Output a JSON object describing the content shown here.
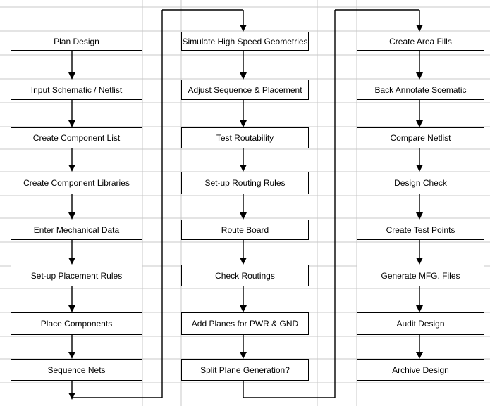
{
  "colors": {
    "grid_line": "#c8c8c8",
    "box_border": "#000000",
    "connector": "#000000",
    "background": "#ffffff"
  },
  "columns": [
    {
      "steps": [
        "Plan Design",
        "Input Schematic / Netlist",
        "Create Component List",
        "Create Component Libraries",
        "Enter Mechanical Data",
        "Set-up Placement Rules",
        "Place Components",
        "Sequence Nets"
      ]
    },
    {
      "steps": [
        "Simulate High Speed Geometries",
        "Adjust Sequence & Placement",
        "Test Routability",
        "Set-up Routing Rules",
        "Route Board",
        "Check Routings",
        "Add Planes for PWR & GND",
        "Split Plane Generation?"
      ]
    },
    {
      "steps": [
        "Create Area Fills",
        "Back Annotate Scematic",
        "Compare Netlist",
        "Design Check",
        "Create Test Points",
        "Generate MFG. Files",
        "Audit Design",
        "Archive Design"
      ]
    }
  ]
}
